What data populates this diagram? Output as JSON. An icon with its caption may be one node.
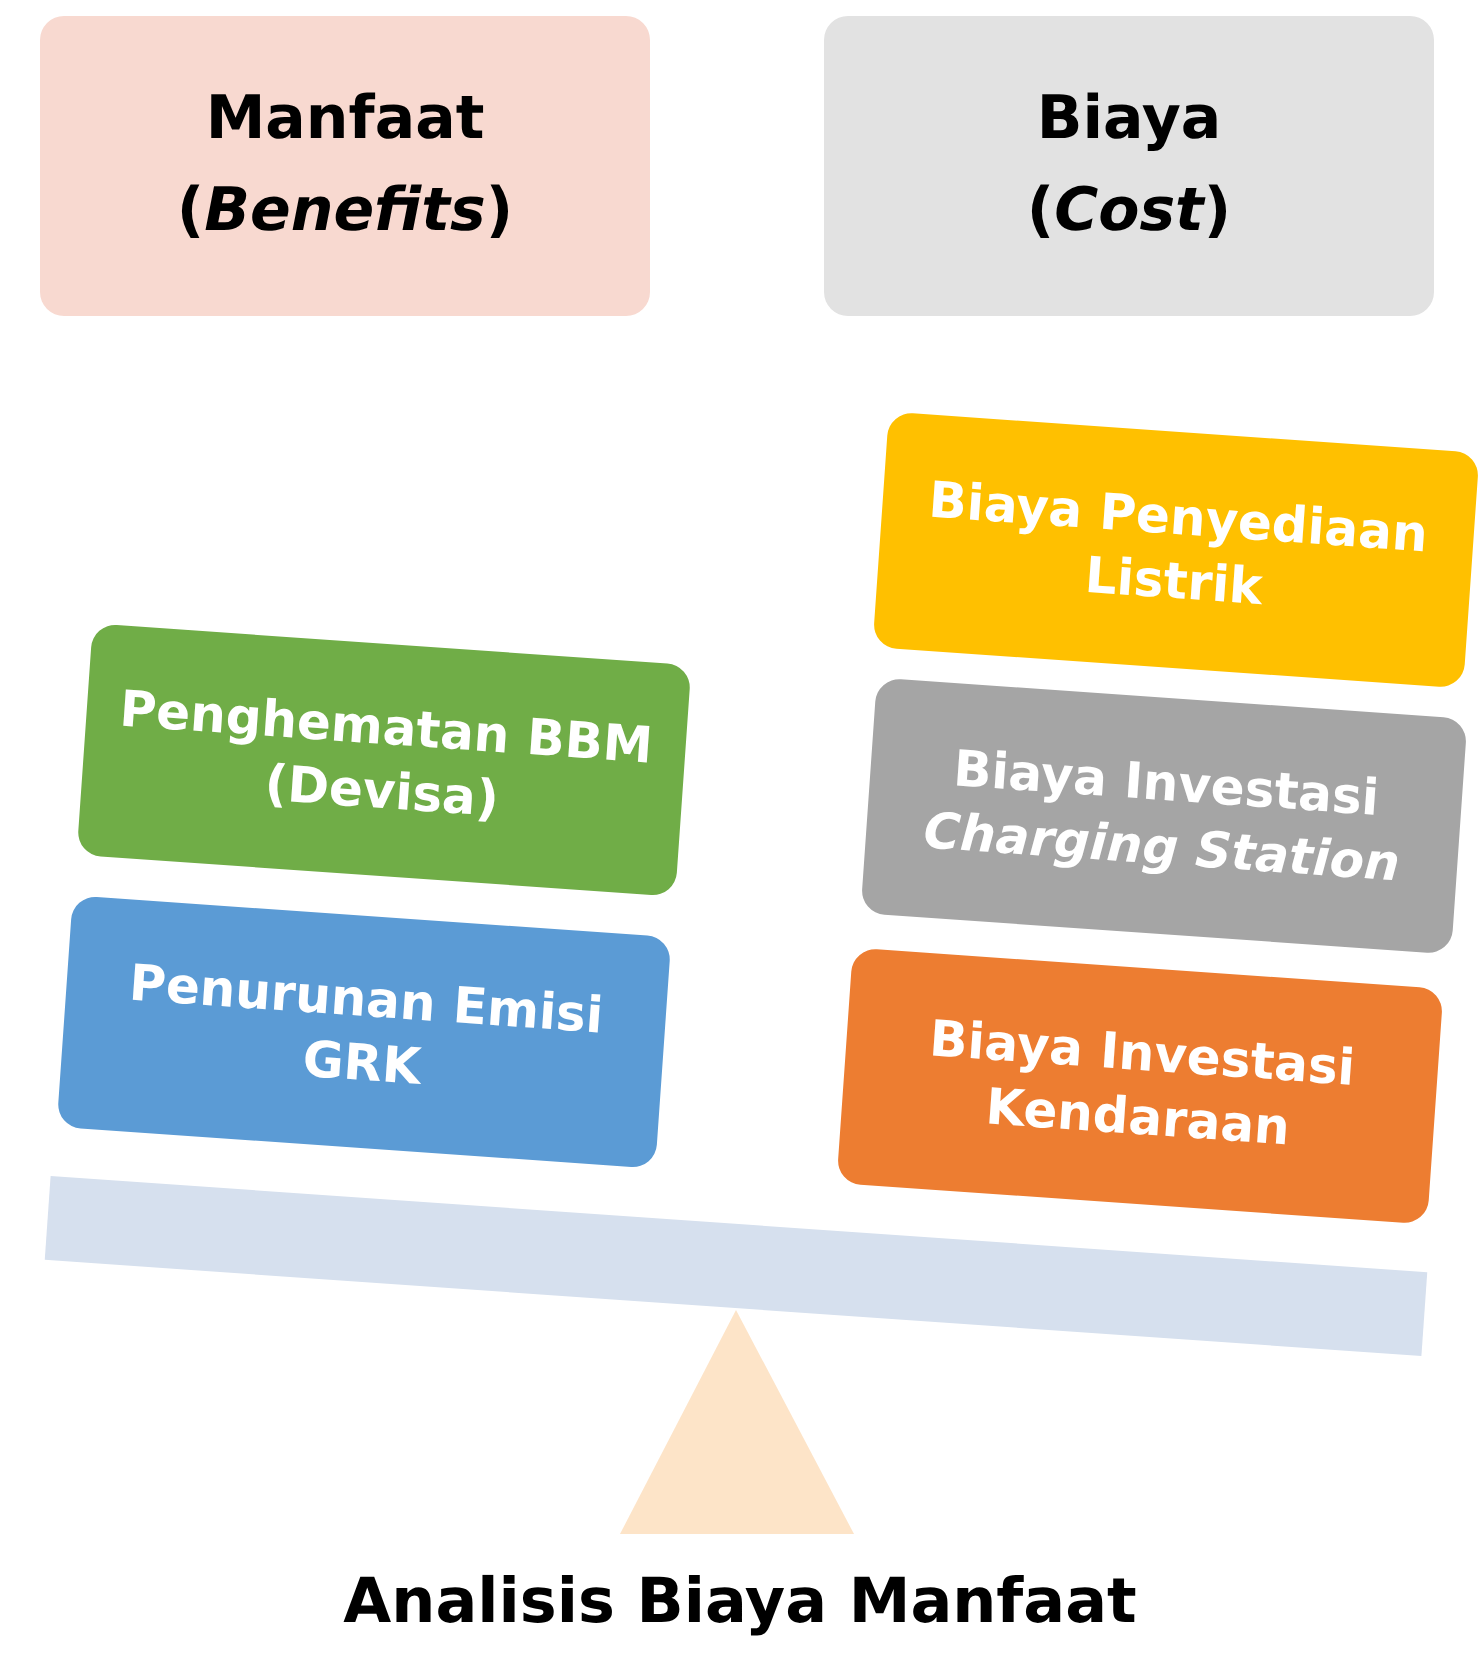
{
  "diagram": {
    "caption": "Analisis Biaya Manfaat",
    "nodes": [
      {
        "text": [
          "Manfaat",
          "(*Benefits*)"
        ]
      },
      {
        "text": [
          "Biaya",
          "(*Cost*)"
        ]
      },
      {
        "text": [
          "Penghematan BBM (Devisa)"
        ]
      },
      {
        "text": [
          "Penurunan Emisi GRK"
        ]
      },
      {
        "text": [
          "Biaya Penyediaan Listrik"
        ]
      },
      {
        "text": [
          "Biaya Investasi *Charging Station*"
        ]
      },
      {
        "text": [
          "Biaya Investasi Kendaraan"
        ]
      }
    ],
    "edges": []
  }
}
